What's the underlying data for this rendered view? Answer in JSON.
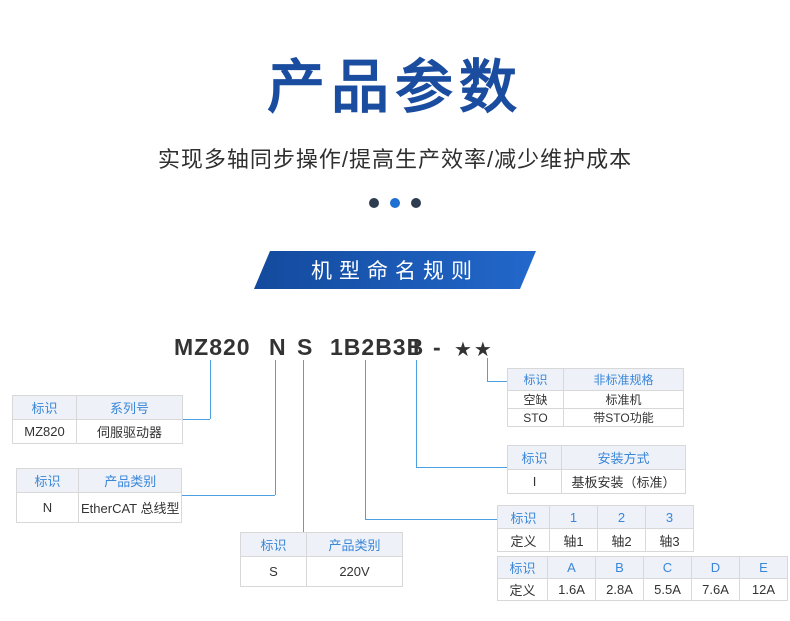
{
  "page": {
    "title": "产品参数",
    "subtitle": "实现多轴同步操作/提高生产效率/减少维护成本",
    "section_banner": "机型命名规则"
  },
  "carousel": {
    "active_index": 1,
    "count": 3
  },
  "model_code": {
    "series": "MZ820",
    "bus_type": "N",
    "voltage": "S",
    "axes_current": "1B2B3B",
    "mounting": "I",
    "dash": "-",
    "stars": "★★"
  },
  "tables": {
    "series": {
      "headers": [
        "标识",
        "系列号"
      ],
      "rows": [
        [
          "MZ820",
          "伺服驱动器"
        ]
      ]
    },
    "category": {
      "headers": [
        "标识",
        "产品类别"
      ],
      "rows": [
        [
          "N",
          "EtherCAT 总线型"
        ]
      ]
    },
    "voltage": {
      "headers": [
        "标识",
        "产品类别"
      ],
      "rows": [
        [
          "S",
          "220V"
        ]
      ]
    },
    "nonstandard": {
      "headers": [
        "标识",
        "非标准规格"
      ],
      "rows": [
        [
          "空缺",
          "标准机"
        ],
        [
          "STO",
          "带STO功能"
        ]
      ]
    },
    "mounting": {
      "headers": [
        "标识",
        "安装方式"
      ],
      "rows": [
        [
          "I",
          "基板安装（标准）"
        ]
      ]
    },
    "axes": {
      "headers": [
        "标识",
        "1",
        "2",
        "3"
      ],
      "rows": [
        [
          "定义",
          "轴1",
          "轴2",
          "轴3"
        ]
      ]
    },
    "current": {
      "headers": [
        "标识",
        "A",
        "B",
        "C",
        "D",
        "E"
      ],
      "rows": [
        [
          "定义",
          "1.6A",
          "2.8A",
          "5.5A",
          "7.6A",
          "12A"
        ]
      ]
    }
  },
  "colors": {
    "title_blue": "#1a4c9f",
    "banner_blue_dark": "#134a9d",
    "banner_blue_light": "#2268cb",
    "table_header_text": "#3a86d8",
    "connector_blue": "#4d9fe0",
    "dot_active": "#1e6fd2",
    "dot_inactive": "#2e3c50"
  }
}
